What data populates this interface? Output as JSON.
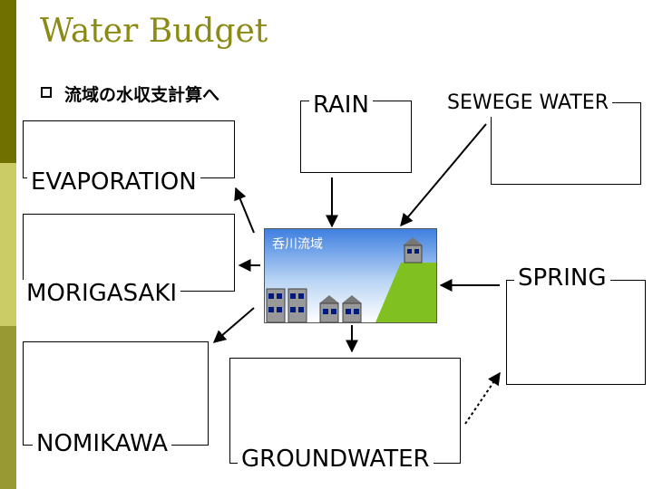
{
  "slide": {
    "title": "Water Budget",
    "bullet": "流域の水収支計算へ"
  },
  "boxes": {
    "rain": "RAIN",
    "sewege": "SEWEGE WATER",
    "evaporation": "EVAPORATION",
    "morigasaki": "MORIGASAKI",
    "nomikawa": "NOMIKAWA",
    "groundwater": "GROUNDWATER",
    "spring": "SPRING"
  },
  "scene": {
    "label": "呑川流域"
  },
  "colors": {
    "band_top": "#707000",
    "band_mid": "#cccc66",
    "band_bot": "#999933",
    "title": "#8a8a14",
    "hill": "#80c020"
  }
}
